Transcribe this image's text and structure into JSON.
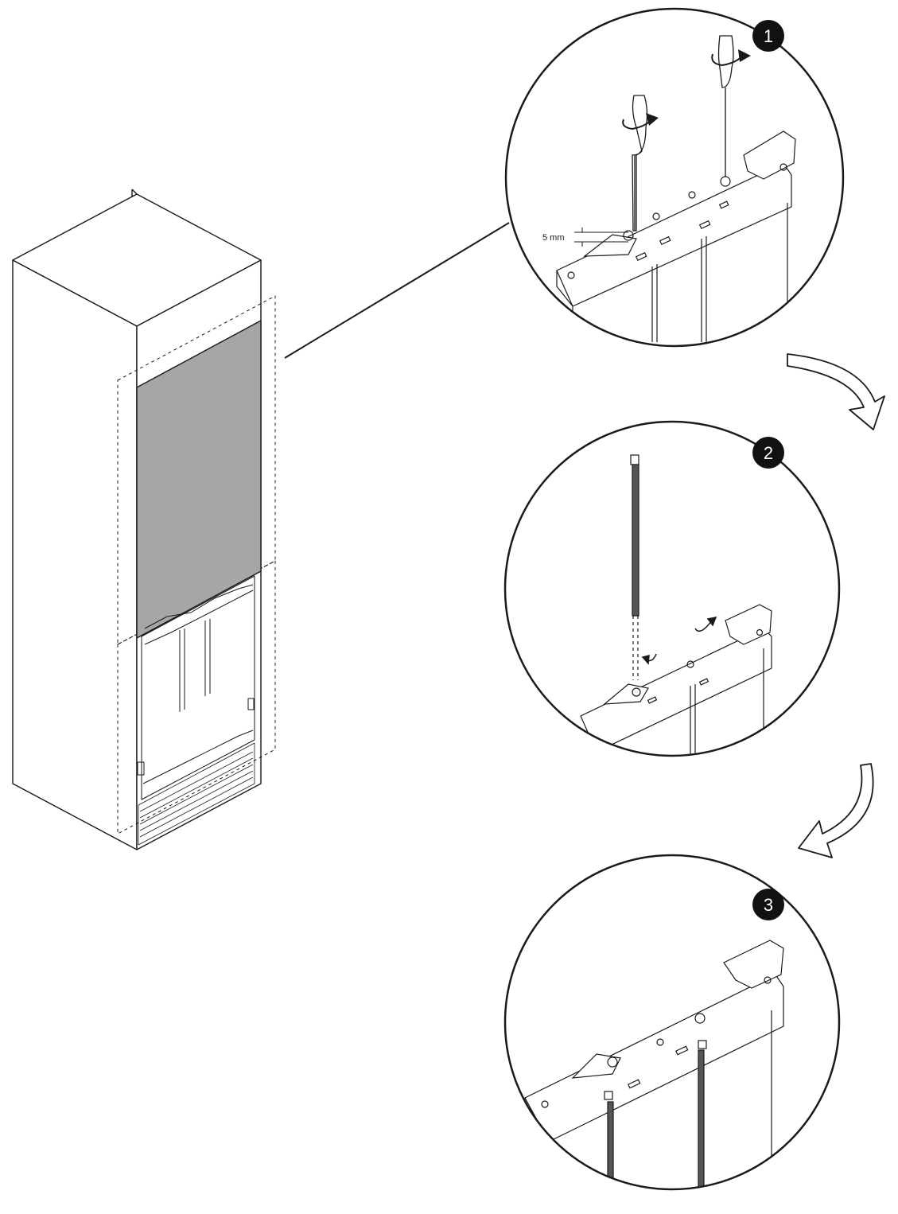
{
  "steps": [
    {
      "number": "1",
      "label": "5 mm"
    },
    {
      "number": "2"
    },
    {
      "number": "3"
    }
  ],
  "colors": {
    "line": "#1a1a1a",
    "door_panel": "#a6a6a6",
    "badge": "#111111",
    "badge_text": "#ffffff",
    "background": "#ffffff"
  },
  "icons": [
    "screwdriver-icon",
    "rotate-arrow-icon",
    "curved-arrow-icon"
  ]
}
